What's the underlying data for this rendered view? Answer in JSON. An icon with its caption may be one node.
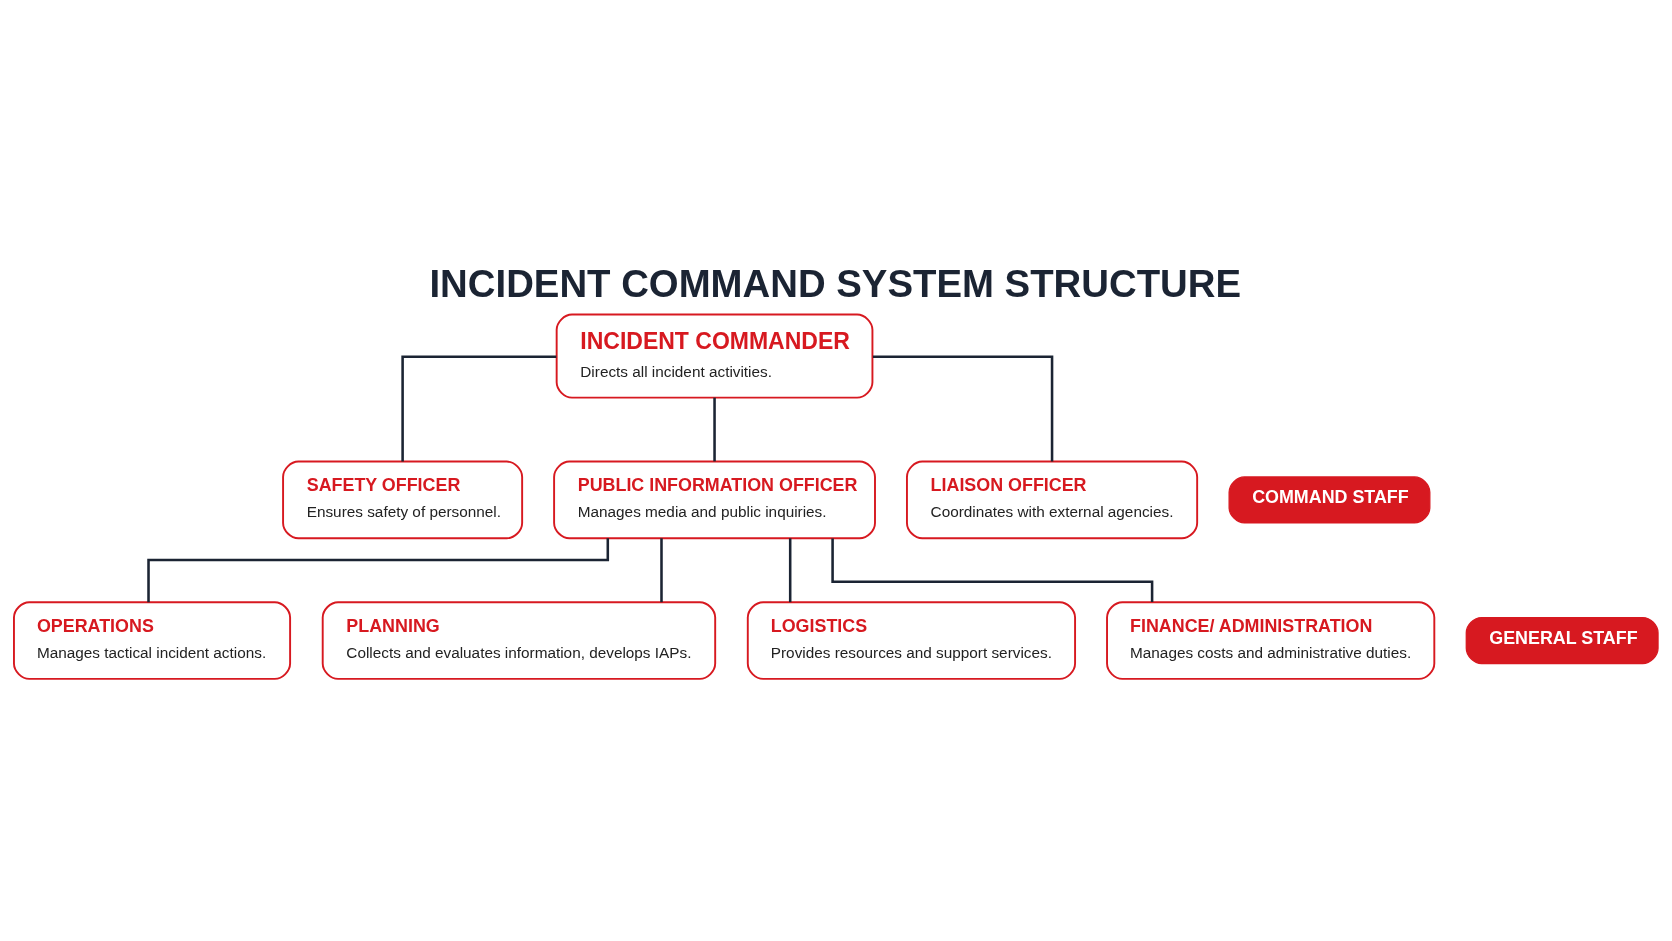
{
  "diagram": {
    "title": "INCIDENT COMMAND SYSTEM STRUCTURE",
    "nodes": [
      {
        "text": [
          "INCIDENT COMMANDER",
          "Directs all incident activities."
        ]
      },
      {
        "text": [
          "COMMAND STAFF"
        ]
      },
      {
        "text": [
          "SAFETY OFFICER",
          "Ensures safety of personnel."
        ]
      },
      {
        "text": [
          "PUBLIC INFORMATION OFFICER",
          "Manages media and public inquiries."
        ]
      },
      {
        "text": [
          "LIAISON OFFICER",
          "Coordinates with external agencies."
        ]
      },
      {
        "text": [
          "GENERAL STAFF"
        ]
      },
      {
        "text": [
          "OPERATIONS",
          "Manages tactical incident actions."
        ]
      },
      {
        "text": [
          "PLANNING",
          "Collects and evaluates information, develops IAPs."
        ]
      },
      {
        "text": [
          "LOGISTICS",
          "Provides resources and support services."
        ]
      },
      {
        "text": [
          "FINANCE/ ADMINISTRATION",
          "Manages costs and administrative duties."
        ]
      }
    ],
    "edges": [
      {
        "from": 0,
        "to": 2,
        "arrow": "none"
      },
      {
        "from": 0,
        "to": 3,
        "arrow": "none"
      },
      {
        "from": 0,
        "to": 4,
        "arrow": "none"
      },
      {
        "from": 3,
        "to": 6,
        "arrow": "none"
      },
      {
        "from": 3,
        "to": 7,
        "arrow": "none"
      },
      {
        "from": 3,
        "to": 8,
        "arrow": "none"
      },
      {
        "from": 3,
        "to": 9,
        "arrow": "none"
      }
    ]
  }
}
